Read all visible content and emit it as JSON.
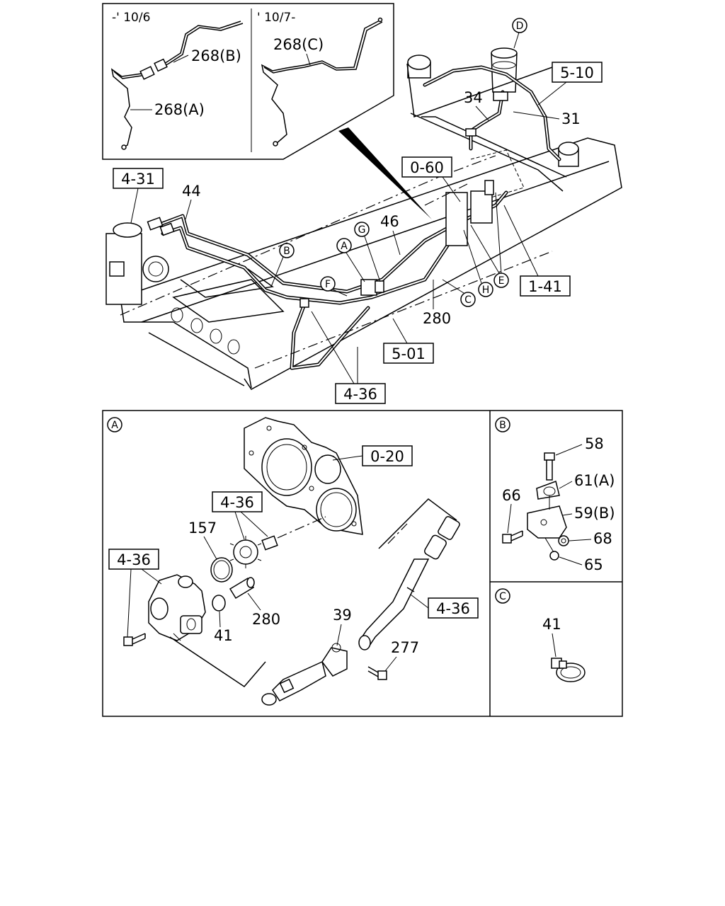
{
  "inset": {
    "left_label": "-' 10/6",
    "right_label": "' 10/7-",
    "part_268a": "268(A)",
    "part_268b": "268(B)",
    "part_268c": "268(C)"
  },
  "refs": {
    "r431": "4-31",
    "r510": "5-10",
    "r060": "0-60",
    "r141": "1-41",
    "r501": "5-01",
    "r436_main": "4-36",
    "r020": "0-20",
    "r436_a1": "4-36",
    "r436_a2": "4-36",
    "r436_a3": "4-36"
  },
  "parts": {
    "p44": "44",
    "p34": "34",
    "p31": "31",
    "p46": "46",
    "p280_main": "280",
    "p157": "157",
    "p280_a": "280",
    "p41_a": "41",
    "p39": "39",
    "p277": "277",
    "p58": "58",
    "p61a": "61(A)",
    "p66": "66",
    "p59b": "59(B)",
    "p68": "68",
    "p65": "65",
    "p41_c": "41"
  },
  "callouts": {
    "A": "A",
    "B": "B",
    "C": "C",
    "D": "D",
    "E": "E",
    "F": "F",
    "G": "G",
    "H": "H"
  },
  "detail_panels": {
    "a": "A",
    "b": "B",
    "c": "C"
  }
}
